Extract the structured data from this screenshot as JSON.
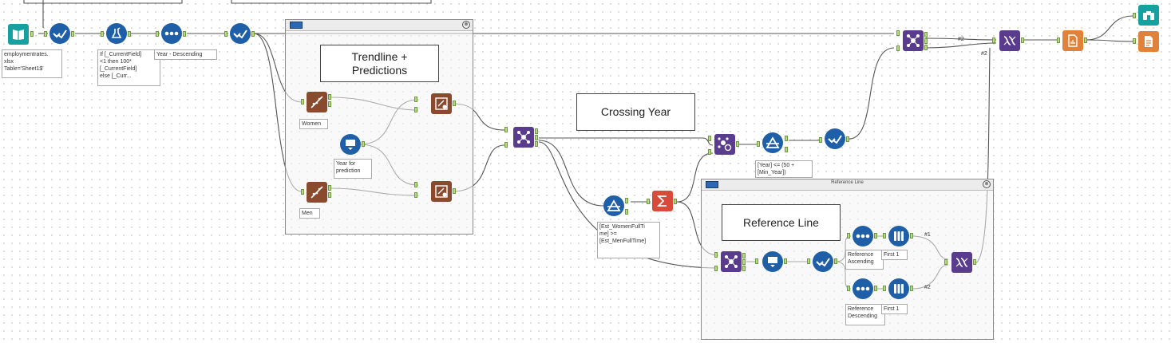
{
  "text_boxes": {
    "trendline": "Trendline +\nPredictions",
    "crossing": "Crossing Year",
    "reference": "Reference Line"
  },
  "containers": {
    "reference_title": "Reference Line"
  },
  "annotations": {
    "input": "employmentrates.\nxlsx\nTable='Sheet1$'",
    "formula": "If [_CurrentField]\n<1 then 100*\n[_CurrentField]\nelse [_Curr...",
    "sort": "Year - Descending",
    "women": "Women",
    "men": "Men",
    "year_prediction": "Year for\nprediction",
    "filter_cross": "[Est_WomenFullTi\nme] >=\n[Est_MenFullTime]",
    "filter_year": "[Year] <= (50 +\n[Min_Year])",
    "ref_ascending": "Reference\nAscending",
    "first1_a": "First 1",
    "ref_descending": "Reference\nDescending",
    "first1_b": "First 1"
  },
  "connection_labels": {
    "top_k2": "#2",
    "top_k2b": "#2",
    "ref_k1": "#1",
    "ref_k2": "#2"
  },
  "icons": {
    "input": "book-input-icon",
    "select": "checkmark-select-icon",
    "formula": "formula-flask-icon",
    "sort": "sort-dots-icon",
    "join": "join-nodes-icon",
    "union": "union-helix-icon",
    "render": "report-render-icon",
    "browse": "binoculars-browse-icon",
    "output": "document-output-icon",
    "regression": "linear-regression-icon",
    "score": "score-model-icon",
    "text_input": "text-input-icon",
    "filter": "filter-triangle-icon",
    "summarize": "summarize-sigma-icon",
    "append": "append-fields-icon",
    "sample": "sample-tubes-icon"
  },
  "colors": {
    "blue": "#1f5fa8",
    "purple": "#5a3c8e",
    "brown": "#8a4a2e",
    "orange": "#e0823a",
    "red": "#d84b3a",
    "teal": "#17a0a0",
    "anchor_green": "#b9d88a"
  }
}
